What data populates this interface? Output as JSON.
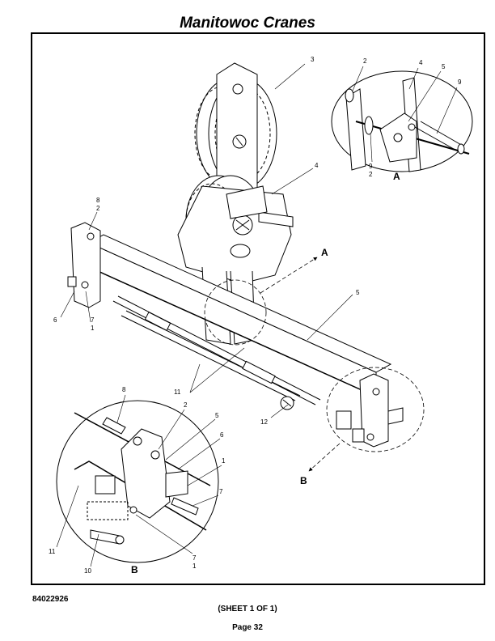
{
  "header": {
    "title": "Manitowoc Cranes"
  },
  "footer": {
    "doc_number": "84022926",
    "sheet": "(SHEET 1 OF 1)",
    "page": "Page 32"
  },
  "detail_views": {
    "a": "A",
    "b": "B"
  },
  "callouts": {
    "main": [
      "3",
      "4",
      "8",
      "2",
      "A",
      "5",
      "6",
      "7",
      "1",
      "11",
      "12",
      "B"
    ],
    "detail_a": [
      "2",
      "4",
      "5",
      "9",
      "9",
      "2"
    ],
    "detail_b": [
      "8",
      "2",
      "5",
      "6",
      "1",
      "7",
      "11",
      "10",
      "7",
      "1"
    ]
  }
}
